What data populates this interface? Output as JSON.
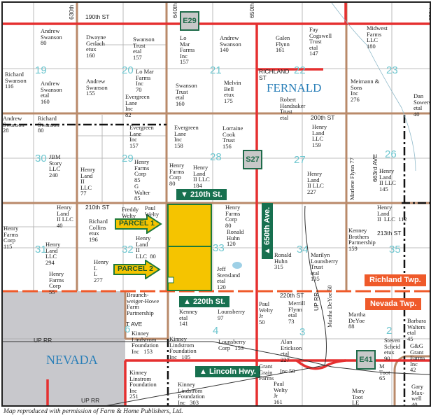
{
  "colors": {
    "highway": "#e53030",
    "county_road": "#b98a6a",
    "parcel_highlight": "#f5c400",
    "shield_green": "#17704f",
    "township_orange": "#ef5a2a",
    "nevada_city": "#c8c8cc",
    "section_number": "#6ec6cf"
  },
  "shields": {
    "e29": "E29",
    "s27": "S27",
    "e41": "E41"
  },
  "banners": {
    "st210": "▼ 210th St.",
    "st220": "▲ 220th St.",
    "lincoln": "▲ Lincoln Hwy.",
    "ave650": "▲ 650th Ave."
  },
  "townships": {
    "richland": "Richland Twp.",
    "nevada": "Nevada Twp."
  },
  "towns": {
    "fernald": "FERNALD",
    "nevada": "NEVADA"
  },
  "parcel_markers": {
    "p1": "PARCEL 1",
    "p2": "PARCEL 2"
  },
  "caption": "Map reproduced with permission of Farm & Home Publishers, Ltd.",
  "sections": [
    "19",
    "20",
    "21",
    "22",
    "23",
    "30",
    "29",
    "28",
    "27",
    "26",
    "31",
    "32",
    "33",
    "34",
    "35",
    "6",
    "4",
    "3",
    "2"
  ],
  "roads": [
    "190th ST",
    "210th ST",
    "220th ST",
    "200th ST",
    "RICHLAND\nST",
    "213th ST",
    "663rd AVE",
    "UP RR",
    "UP RR",
    "T AVE",
    "630th",
    "640th",
    "650th",
    "670th",
    "UP RR"
  ],
  "parcels": [
    "Andrew\nSwanson\n80",
    "Dwayne\nGerlach\netux\n160",
    "Swanson\nTrust\netal\n157",
    "Lo\nMar\nFarms\nInc\n157",
    "Richard\nSwanson\n116",
    "Andrew\nSwanson\netal\n160",
    "Andrew\nSwanson\n155",
    "Lo Mar\nFarms\nInc\n70",
    "Evergreen\nLane\nInc\n82",
    "Swanson\nTrust\netal\n160",
    "Richard\nSwanson\n80",
    "Evergreen\nLane\nInc\n157",
    "Evergreen\nLane\nInc\n158",
    "JBM\nStory\nLLC\n240",
    "Henry\nLand\nII\nLLC\n77",
    "Henry\nFarms\nCorp\n85",
    "G\nWalter\n85",
    "Henry\nFarms\nCorp\n80",
    "Henry\nLand\nII LLC\n184",
    "Andrew\nSwanson\n140",
    "Galen\nFlynn\n161",
    "Fay\nCogswell\nTrust\netal\n147",
    "Midwest\nFarms\nLLC\n180",
    "Melvin\nBell\netux\n175",
    "Meimann &\nSons\nInc\n276",
    "Robert\nHandsaker\nTrust\netal",
    "Lorraine\nCook\nTrust\n156",
    "Henry\nLand\nLLC\n159",
    "Henry\nLand\nII LLC\n227",
    "Henry\nLand\nII LLC\n145",
    "Dan\nSowers\netal\n40",
    "Richard\nCollins\netux\n196",
    "Henry\nLand\nLLC\n294",
    "Henry\nFarms\nCorp\n55",
    "Henry\nFarms\nCorp\n115",
    "Henry\nLand\nII LLC\n40",
    "Braunch-\nweiger-Howe\nFarm\nPartnership",
    "Kinney\nLindstrom\nFoundation\nInc   153",
    "Kinney\nLindstrom\nFoundation\nInc   105",
    "Kinney\nLinstrom\nFoundation\nInc\n251",
    "Kinney\nLindstrom\nFoundation\nInc   303",
    "Kenney\netal\n141",
    "Henry\nFarms\nCorp\n80",
    "Ronald\nHuhn\n120",
    "Ronald\nHuhn\n315",
    "Jeff\nStensland\netal\n120",
    "Marilyn\nLounsberry\nTrust\netal\n135",
    "Kenney\nBrothers\nPartnership\n159",
    "Henry\nLand\nII  LLC  112",
    "Lounsberry\n97",
    "Paul\nWelty\nJr\n50",
    "Merrill\nFlynn\netal\n73",
    "Martha\nDeYoe\n88",
    "Lounsberry\nCorp   153",
    "Alan\nErickson\netal\n227",
    "Steven\nScheid\netux\n90",
    "Grant\nGrain\nFarms",
    "Inc 50",
    "Paul\nWelty\nJr\n161",
    "Mary\nToot\nLE",
    "M\nToot\n65",
    "Gary\nMax-\nwell\n40",
    "Barbara\nWalters\netal\n45",
    "G&G\nGrant\nFarms\nInc\n42",
    "Freddy\nWelty",
    "Paul\nWelty",
    "Henry\nLand\nII\nLLC  80",
    "Henry\nL\nL\n277",
    "Andrew\nSwanson\n28",
    "Martha\nDeYoe\n50",
    "Marlene\nFlynn\n77"
  ]
}
